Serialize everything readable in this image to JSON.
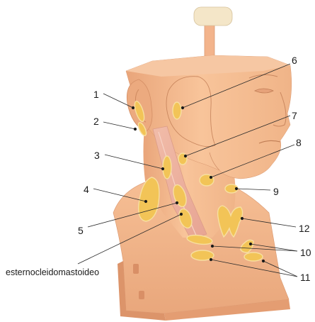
{
  "labels": {
    "n1": "1",
    "n2": "2",
    "n3": "3",
    "n4": "4",
    "n5": "5",
    "n6": "6",
    "n7": "7",
    "n8": "8",
    "n9": "9",
    "n10": "10",
    "n11": "11",
    "n12": "12",
    "muscle": "esternocleidomastoideo"
  },
  "colors": {
    "skin": "#f4b98c",
    "lymph_node": "#f2c457",
    "muscle": "#eeb4a4",
    "background": "#ffffff"
  }
}
